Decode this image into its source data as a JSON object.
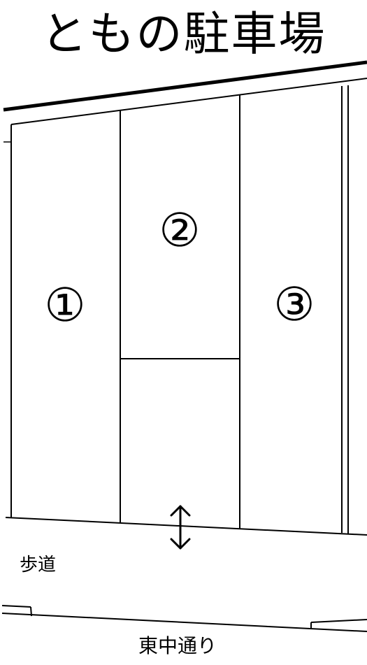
{
  "title": "ともの駐車場",
  "spaces": [
    {
      "id": "space-1",
      "label": "①"
    },
    {
      "id": "space-2",
      "label": "②"
    },
    {
      "id": "space-3",
      "label": "③"
    }
  ],
  "sidewalk_label": "歩道",
  "street_label": "東中通り",
  "colors": {
    "line": "#000000",
    "background": "#ffffff"
  }
}
